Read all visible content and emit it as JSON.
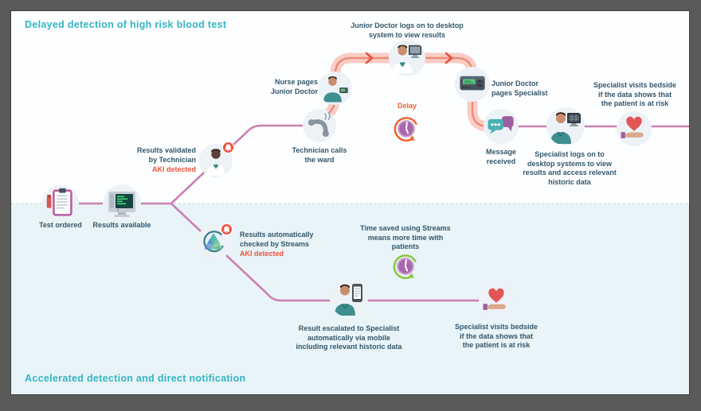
{
  "titles": {
    "top": "Delayed detection of high risk blood test",
    "bottom": "Accelerated detection and direct notification"
  },
  "labels": {
    "test_ordered": "Test ordered",
    "results_available": "Results available",
    "results_validated": "Results validated\nby Technician",
    "results_validated_alert": "AKI detected",
    "nurse_pages": "Nurse pages\nJunior Doctor",
    "technician_calls": "Technician calls\nthe ward",
    "jd_logs_on": "Junior Doctor logs on to desktop\nsystem to view results",
    "delay": "Delay",
    "jd_pages_specialist": "Junior Doctor\npages Specialist",
    "message_received": "Message\nreceived",
    "specialist_logs_on": "Specialist logs on to\ndesktop systems to view\nresults and access relevant\nhistoric data",
    "visits_bedside_top": "Specialist visits bedside\nif the data shows that\nthe patient is at risk",
    "results_auto": "Results automatically\nchecked by Streams",
    "results_auto_alert": "AKI detected",
    "time_saved": "Time saved using Streams\nmeans more time with\npatients",
    "result_escalated": "Result escalated to Specialist\nautomatically via mobile\nincluding relevant historic data",
    "visits_bedside_bottom": "Specialist visits bedside\nif the data shows that\nthe patient is at risk"
  },
  "colors": {
    "title_teal": "#35b5c2",
    "label_blue": "#33566b",
    "alert_red": "#f0503c",
    "delay_orange": "#f0632e",
    "path_pink": "#cc7fb2",
    "detour_fill": "#f8cdc4",
    "detour_line": "#ee8a78",
    "top_background": "#fdfeff",
    "bottom_background": "#e8f4f8",
    "frame_gray": "#5a5a5a",
    "timesaved_green": "#8bc53f"
  },
  "icons": {
    "alert_badge": "bell-alert",
    "delay_clock": "clock-with-orange-arrow",
    "timesaved_clock": "clock-with-green-arrow"
  }
}
